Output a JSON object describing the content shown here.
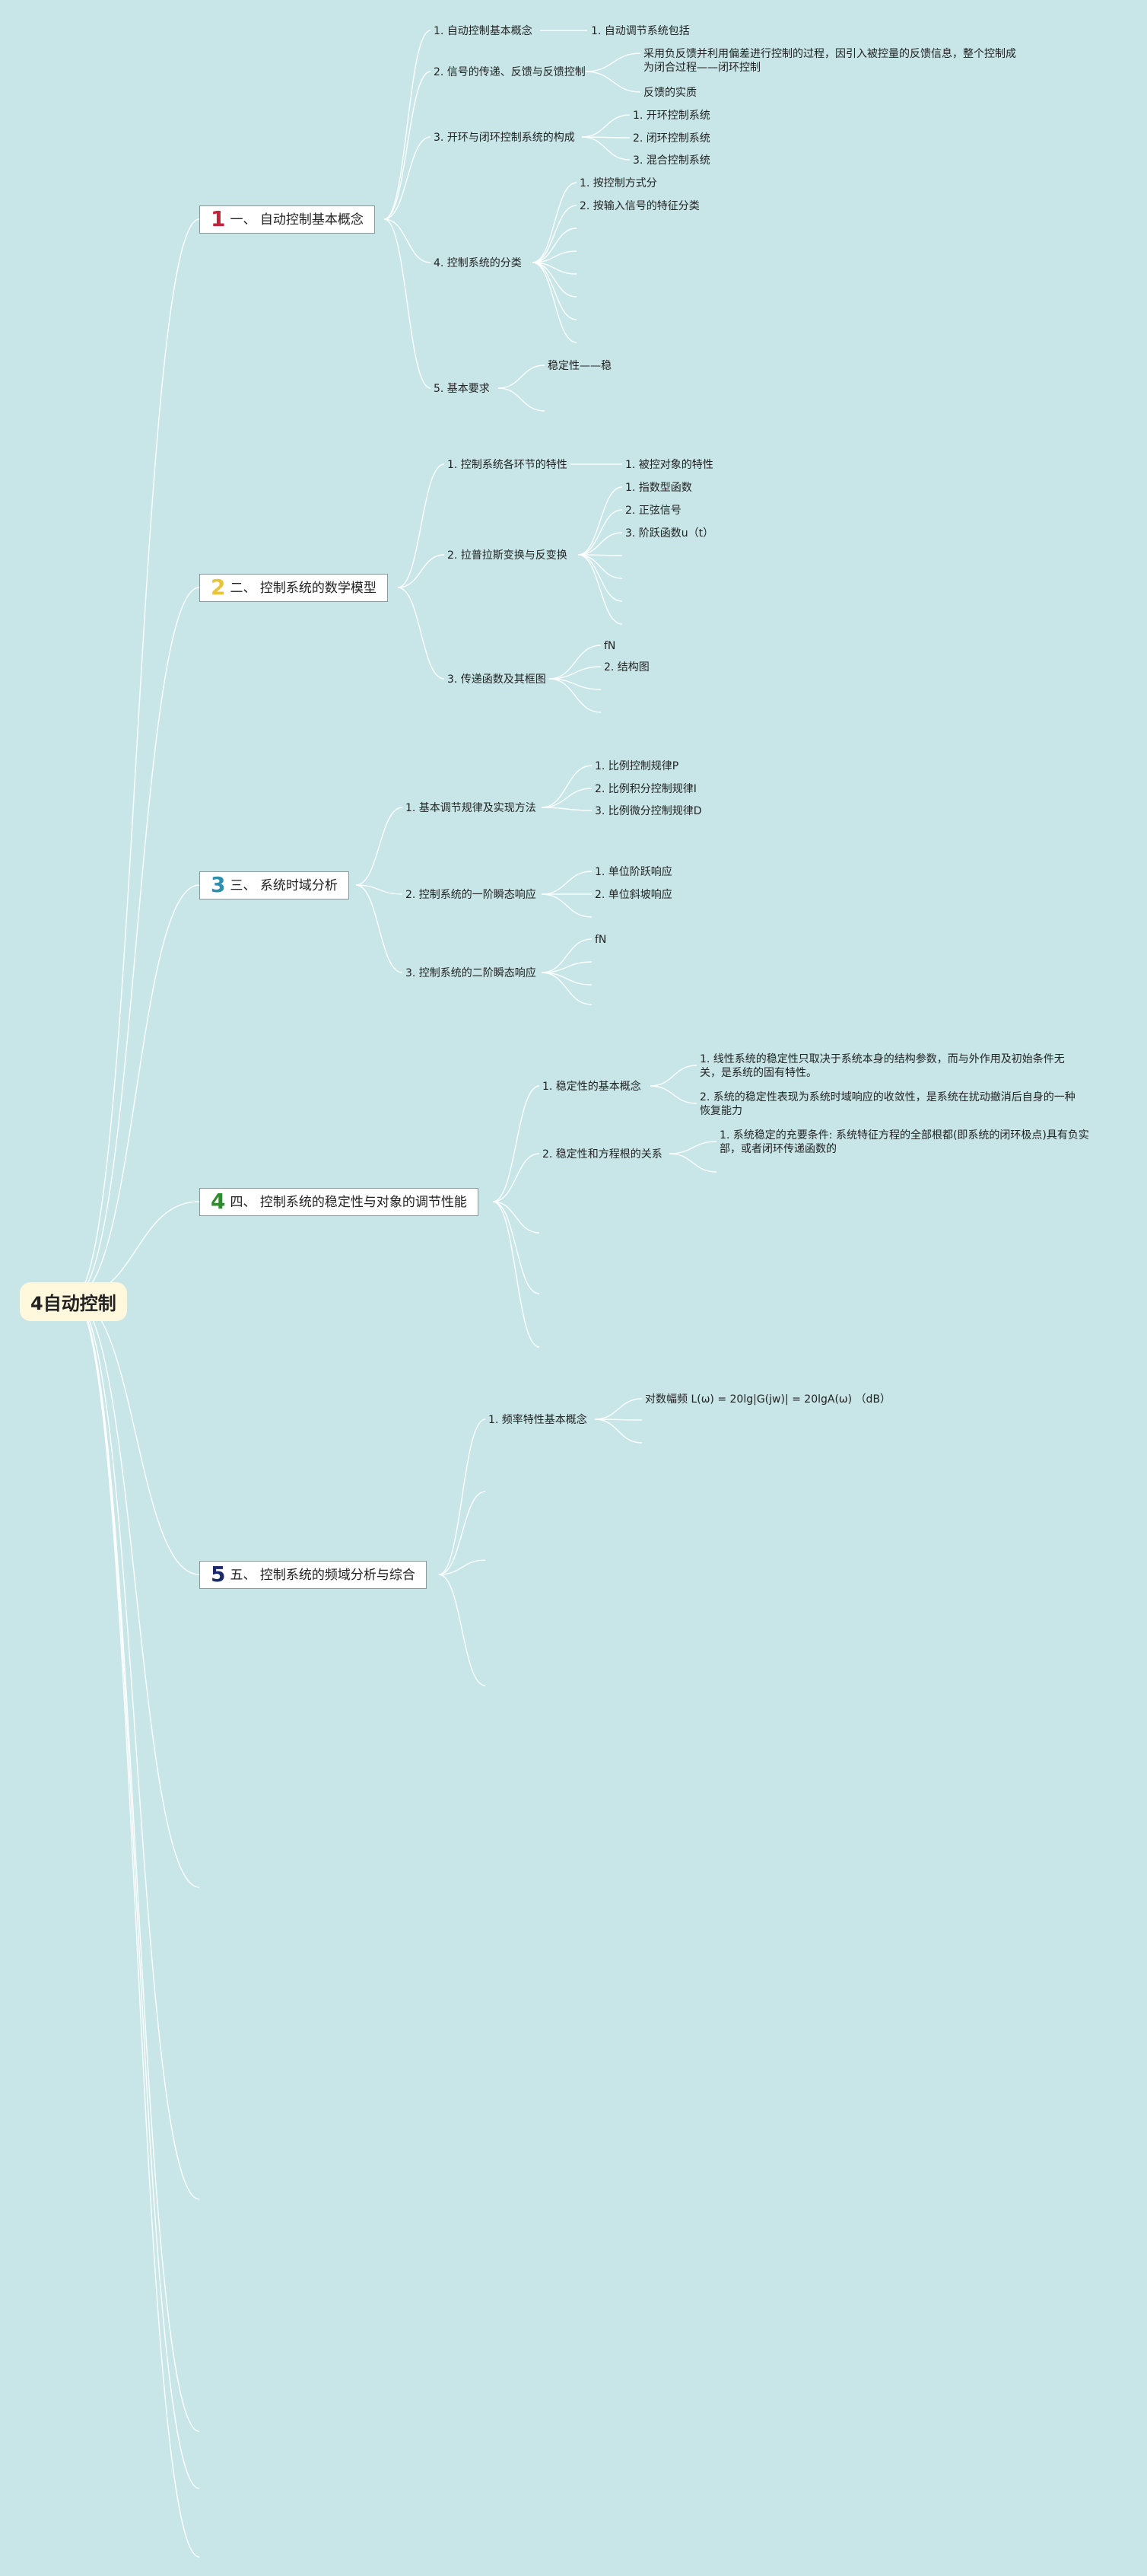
{
  "root": "4自动控制",
  "branches": [
    {
      "num": "1",
      "num_color": "#c0233a",
      "label": "一、 自动控制基本概念",
      "children": [
        {
          "label": "1. 自动控制基本概念",
          "children": [
            "1. 自动调节系统包括"
          ]
        },
        {
          "label": "2. 信号的传递、反馈与反馈控制",
          "children": [
            "采用负反馈并利用偏差进行控制的过程，因引入被控量的反馈信息，整个控制成为闭合过程——闭环控制",
            "反馈的实质"
          ]
        },
        {
          "label": "3. 开环与闭环控制系统的构成",
          "children": [
            "1. 开环控制系统",
            "2. 闭环控制系统",
            "3. 混合控制系统"
          ]
        },
        {
          "label": "4. 控制系统的分类",
          "children": [
            "1. 按控制方式分",
            "2. 按输入信号的特征分类"
          ]
        },
        {
          "label": "5. 基本要求",
          "children": [
            "稳定性——稳"
          ]
        }
      ]
    },
    {
      "num": "2",
      "num_color": "#e8c43c",
      "label": "二、 控制系统的数学模型",
      "children": [
        {
          "label": "1. 控制系统各环节的特性",
          "children": [
            "1. 被控对象的特性"
          ]
        },
        {
          "label": "2. 拉普拉斯变换与反变换",
          "children": [
            "1. 指数型函数",
            "2. 正弦信号",
            "3. 阶跃函数u（t）"
          ]
        },
        {
          "label": "3. 传递函数及其框图",
          "children": [
            "fN",
            "2. 结构图"
          ]
        }
      ]
    },
    {
      "num": "3",
      "num_color": "#2b8fae",
      "label": "三、 系统时域分析",
      "children": [
        {
          "label": "1. 基本调节规律及实现方法",
          "children": [
            "1. 比例控制规律P",
            "2. 比例积分控制规律I",
            "3. 比例微分控制规律D"
          ]
        },
        {
          "label": "2. 控制系统的一阶瞬态响应",
          "children": [
            "1. 单位阶跃响应",
            "2. 单位斜坡响应"
          ]
        },
        {
          "label": "3. 控制系统的二阶瞬态响应",
          "children": [
            "fN"
          ]
        }
      ]
    },
    {
      "num": "4",
      "num_color": "#2e8b2e",
      "label": "四、 控制系统的稳定性与对象的调节性能",
      "children": [
        {
          "label": "1. 稳定性的基本概念",
          "children": [
            "1. 线性系统的稳定性只取决于系统本身的结构参数，而与外作用及初始条件无关，是系统的固有特性。",
            "2. 系统的稳定性表现为系统时域响应的收敛性，是系统在扰动撤消后自身的一种恢复能力"
          ]
        },
        {
          "label": "2. 稳定性和方程根的关系",
          "children": [
            "1. 系统稳定的充要条件: 系统特征方程的全部根都(即系统的闭环极点)具有负实部，或者闭环传递函数的"
          ]
        }
      ]
    },
    {
      "num": "5",
      "num_color": "#1b2a6b",
      "label": "五、 控制系统的频域分析与综合",
      "children": [
        {
          "label": "1. 频率特性基本概念",
          "children": [
            "对数幅频 L(ω) = 20lg|G(jw)| = 20lgA(ω) （dB）"
          ]
        }
      ]
    }
  ]
}
